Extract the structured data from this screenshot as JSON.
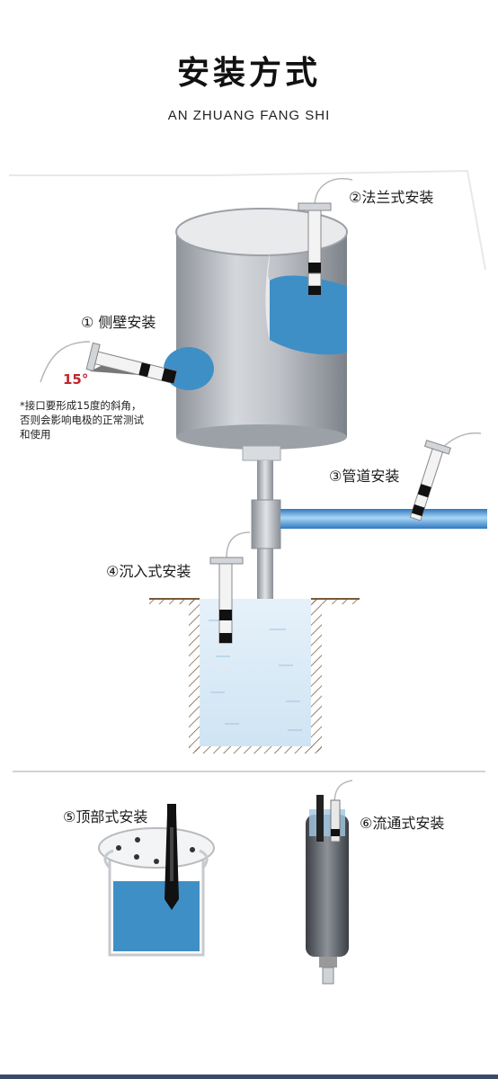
{
  "header": {
    "title": "安装方式",
    "subtitle": "AN ZHUANG FANG SHI"
  },
  "methods": [
    {
      "label": "① 侧壁安装"
    },
    {
      "label": "②法兰式安装"
    },
    {
      "label": "③管道安装"
    },
    {
      "label": "④沉入式安装"
    },
    {
      "label": "⑤顶部式安装"
    },
    {
      "label": "⑥流通式安装"
    }
  ],
  "angle_label": "15°",
  "note": {
    "line1": "*接口要形成15度的斜角，",
    "line2": "否则会影响电极的正常测试",
    "line3": "和使用"
  },
  "colors": {
    "water": "#3f8fc7",
    "tank_metal": "#b9bcc2",
    "angle_red": "#c0262d",
    "divider": "#cfd2d6",
    "bottom_bar": "#3b4a6a"
  }
}
